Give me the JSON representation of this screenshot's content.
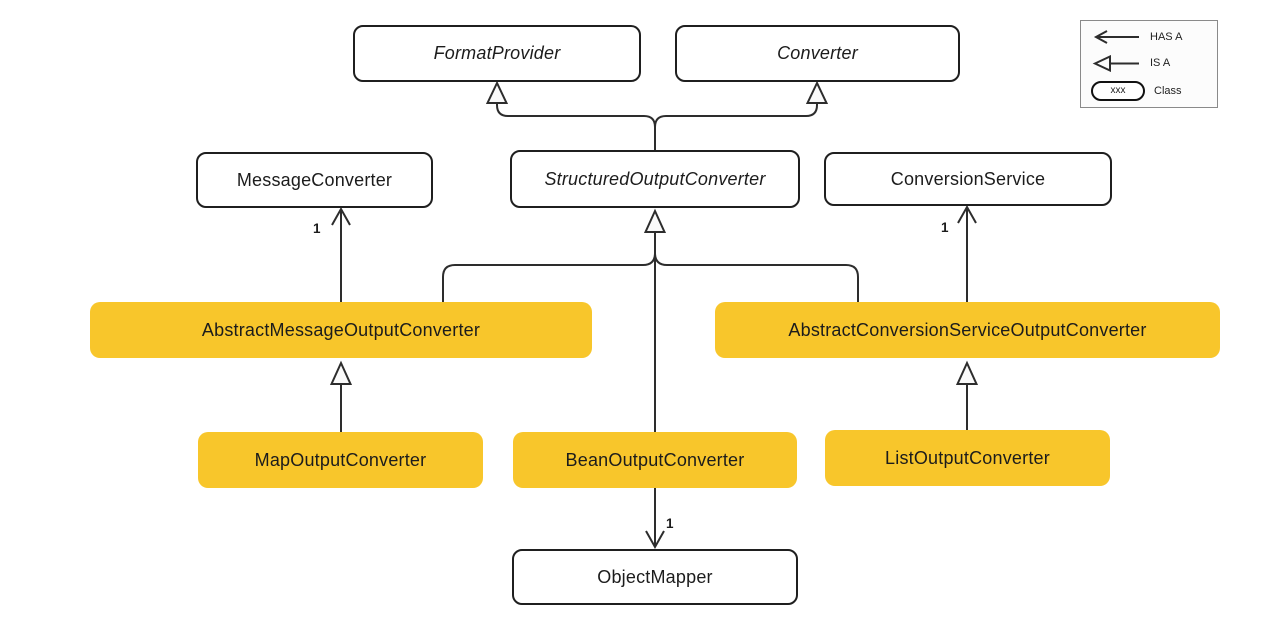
{
  "nodes": {
    "format_provider": {
      "label": "FormatProvider",
      "kind": "interface"
    },
    "converter": {
      "label": "Converter",
      "kind": "interface"
    },
    "message_converter": {
      "label": "MessageConverter",
      "kind": "class"
    },
    "structured_output_converter": {
      "label": "StructuredOutputConverter",
      "kind": "interface"
    },
    "conversion_service": {
      "label": "ConversionService",
      "kind": "class"
    },
    "abstract_message_output_converter": {
      "label": "AbstractMessageOutputConverter",
      "kind": "highlighted-class"
    },
    "abstract_conversion_service_output_converter": {
      "label": "AbstractConversionServiceOutputConverter",
      "kind": "highlighted-class"
    },
    "map_output_converter": {
      "label": "MapOutputConverter",
      "kind": "highlighted-class"
    },
    "bean_output_converter": {
      "label": "BeanOutputConverter",
      "kind": "highlighted-class"
    },
    "list_output_converter": {
      "label": "ListOutputConverter",
      "kind": "highlighted-class"
    },
    "object_mapper": {
      "label": "ObjectMapper",
      "kind": "class"
    }
  },
  "edges": [
    {
      "from": "StructuredOutputConverter",
      "to": "FormatProvider",
      "type": "IS A"
    },
    {
      "from": "StructuredOutputConverter",
      "to": "Converter",
      "type": "IS A"
    },
    {
      "from": "AbstractMessageOutputConverter",
      "to": "MessageConverter",
      "type": "HAS A",
      "multiplicity": "1"
    },
    {
      "from": "AbstractMessageOutputConverter",
      "to": "StructuredOutputConverter",
      "type": "IS A"
    },
    {
      "from": "BeanOutputConverter",
      "to": "StructuredOutputConverter",
      "type": "IS A"
    },
    {
      "from": "AbstractConversionServiceOutputConverter",
      "to": "StructuredOutputConverter",
      "type": "IS A"
    },
    {
      "from": "AbstractConversionServiceOutputConverter",
      "to": "ConversionService",
      "type": "HAS A",
      "multiplicity": "1"
    },
    {
      "from": "MapOutputConverter",
      "to": "AbstractMessageOutputConverter",
      "type": "IS A"
    },
    {
      "from": "ListOutputConverter",
      "to": "AbstractConversionServiceOutputConverter",
      "type": "IS A"
    },
    {
      "from": "BeanOutputConverter",
      "to": "ObjectMapper",
      "type": "HAS A",
      "multiplicity": "1"
    }
  ],
  "multiplicities": {
    "message_converter": "1",
    "conversion_service": "1",
    "object_mapper": "1"
  },
  "legend": {
    "has_a": "HAS A",
    "is_a": "IS A",
    "class_chip": "xxx",
    "class_label": "Class"
  },
  "colors": {
    "highlight_fill": "#F8C62B",
    "line": "#2D2D2D",
    "node_border": "#1F1F1F",
    "background": "#FFFFFF"
  }
}
